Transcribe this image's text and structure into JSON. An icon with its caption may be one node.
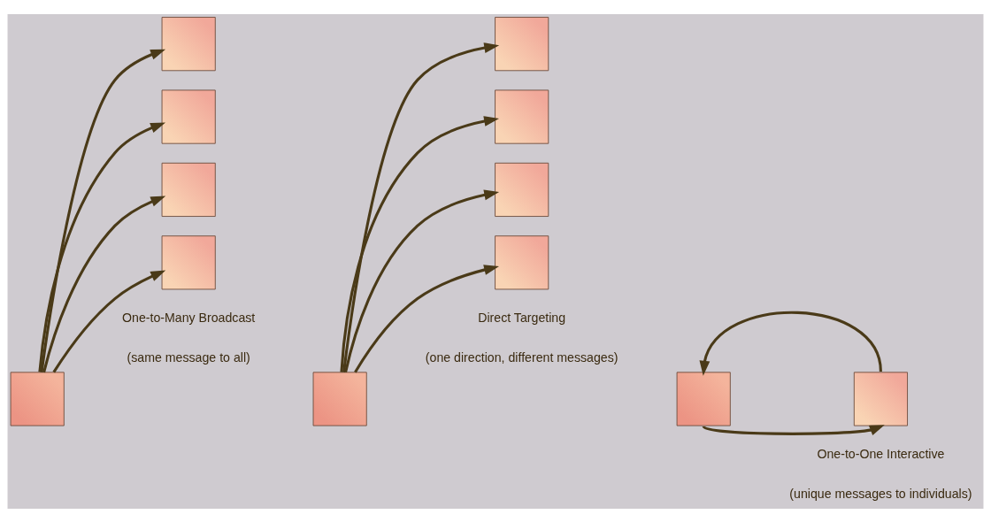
{
  "diagram": {
    "nodes": [
      {
        "text": [],
        "shape": "box"
      },
      {
        "text": [],
        "shape": "box"
      },
      {
        "text": [],
        "shape": "box"
      },
      {
        "text": [],
        "shape": "box"
      },
      {
        "text": [],
        "shape": "box"
      },
      {
        "text": [],
        "shape": "box"
      },
      {
        "text": [],
        "shape": "box"
      },
      {
        "text": [],
        "shape": "box"
      },
      {
        "text": [],
        "shape": "box"
      },
      {
        "text": [],
        "shape": "box"
      },
      {
        "text": [],
        "shape": "box"
      },
      {
        "text": [],
        "shape": "box"
      }
    ],
    "edges": [
      {
        "from": 0,
        "to": 1,
        "arrow": "to"
      },
      {
        "from": 0,
        "to": 2,
        "arrow": "to"
      },
      {
        "from": 0,
        "to": 3,
        "arrow": "to"
      },
      {
        "from": 0,
        "to": 4,
        "arrow": "to"
      },
      {
        "from": 5,
        "to": 6,
        "arrow": "to"
      },
      {
        "from": 5,
        "to": 7,
        "arrow": "to"
      },
      {
        "from": 5,
        "to": 8,
        "arrow": "to"
      },
      {
        "from": 5,
        "to": 9,
        "arrow": "to"
      },
      {
        "from": 11,
        "to": 10,
        "arrow": "to"
      },
      {
        "from": 10,
        "to": 11,
        "arrow": "to"
      }
    ],
    "labels": [
      "One-to-Many Broadcast",
      "(same message to all)",
      "Direct Targeting",
      "(one direction, different messages)",
      "One-to-One Interactive",
      "(unique messages to individuals)"
    ]
  }
}
